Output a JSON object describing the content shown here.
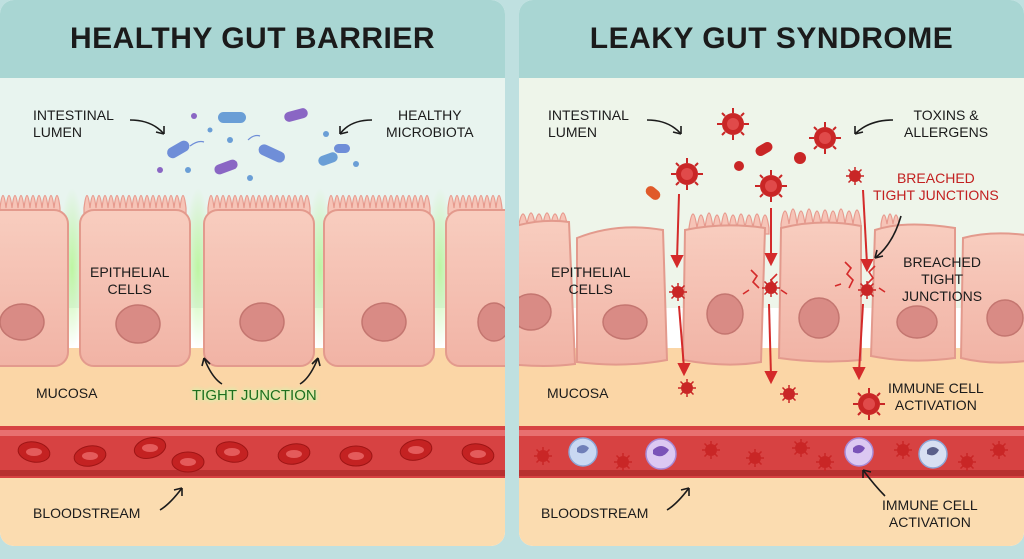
{
  "left": {
    "title": "HEALTHY GUT BARRIER",
    "intestinal_lumen": "INTESTINAL\nLUMEN",
    "healthy_microbiota": "HEALTHY\nMICROBIOTA",
    "epithelial_cells": "EPITHELIAL\nCELLS",
    "mucosa": "MUCOSA",
    "tight_junction": "TIGHT JUNCTION",
    "bloodstream": "BLOODSTREAM"
  },
  "right": {
    "title": "LEAKY GUT SYNDROME",
    "intestinal_lumen": "INTESTINAL\nLUMEN",
    "toxins_allergens": "TOXINS &\nALLERGENS",
    "breached_tight_junctions_red": "BREACHED\nTIGHT JUNCTIONS",
    "epithelial_cells": "EPITHELIAL\nCELLS",
    "breached_tight_junctions": "BREACHED\nTIGHT\nJUNCTIONS",
    "mucosa": "MUCOSA",
    "immune_cell_activation_upper": "IMMUNE CELL\nACTIVATION",
    "bloodstream": "BLOODSTREAM",
    "immune_cell_activation_lower": "IMMUNE CELL\nACTIVATION"
  },
  "colors": {
    "header": "#a9d6d3",
    "lumen_left": "#e6f3ee",
    "lumen_right": "#eef4e8",
    "cell": "#f6c2b6",
    "nucleus": "#d98e88",
    "mucosa": "#fbd7a8",
    "vessel": "#d94545",
    "rbc": "#c92626",
    "toxin": "#c92626",
    "tight_junction_glow": "#9df07a"
  }
}
